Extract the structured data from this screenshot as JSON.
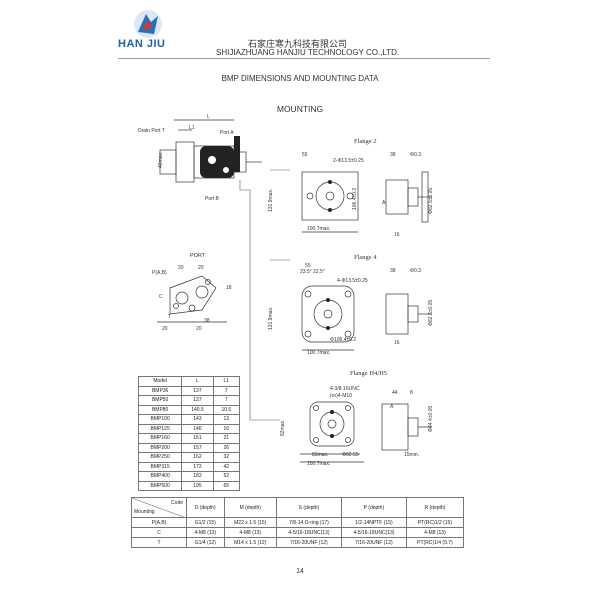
{
  "header": {
    "logo_text": "HAN JIU",
    "company_cn": "石家庄寒九科技有限公司",
    "company_en": "SHIJIAZHUANG HANJIU TECHNOLOGY CO.,LTD."
  },
  "title": "BMP DIMENSIONS AND  MOUNTING DATA",
  "subtitle": "MOUNTING",
  "main_drawing": {
    "label_l": "L",
    "label_l1": "L1",
    "drain_port": "Drain Port T",
    "port_a": "Port A",
    "port_b": "Port B",
    "dim_40": "40max."
  },
  "port_drawing": {
    "title": "PORT",
    "p_ab": "P(A,B)",
    "t": "T",
    "c": "C",
    "dims": [
      "20",
      "20",
      "18",
      "38",
      "20",
      "20"
    ]
  },
  "flange2": {
    "title": "Flange  2",
    "d55": "55",
    "holes": "2-Φ13.5±0.25",
    "d38": "38",
    "d03": "Φ0.3",
    "d131": "131.9max.",
    "d106": "106.4±0.2",
    "d100": "100.7max.",
    "d82": "Φ82.5±0.05",
    "d16": "16",
    "d_a": "A"
  },
  "flange4": {
    "title": "Flange  4",
    "d55": "55",
    "angles": "23.5°  22.5°",
    "holes": "4-Φ13.5±0.25",
    "d38": "38",
    "d03": "Φ0.3",
    "d131": "131.9max.",
    "d106": "Φ106.4±0.2",
    "d100": "100.7max.",
    "d82": "Φ82.5±0.05",
    "d16": "16"
  },
  "flangeh": {
    "title": "Flange  H4/H5",
    "holes": "4-3/8-16UNC",
    "holes2": "(or)4-M10",
    "d44": "44",
    "d8": "8",
    "d_a": "A",
    "d82max": "82max.",
    "d83": "83max.",
    "d825": "Φ82.55",
    "d100": "100.7max.",
    "d44_05": "Φ44.4±0.05",
    "d15": "15min."
  },
  "model_table": {
    "headers": [
      "Model",
      "L",
      "L1"
    ],
    "rows": [
      [
        "BMP36",
        "137",
        "7"
      ],
      [
        "BMP50",
        "137",
        "7"
      ],
      [
        "BMP80",
        "140.5",
        "10.5"
      ],
      [
        "BMP100",
        "143",
        "13"
      ],
      [
        "BMP125",
        "146",
        "16"
      ],
      [
        "BMP160",
        "151",
        "21"
      ],
      [
        "BMP200",
        "157",
        "26"
      ],
      [
        "BMP250",
        "162",
        "32"
      ],
      [
        "BMP315",
        "172",
        "42"
      ],
      [
        "BMP400",
        "182",
        "52"
      ],
      [
        "BMP500",
        "195",
        "65"
      ]
    ]
  },
  "mount_table": {
    "corner_code": "Code",
    "corner_mounting": "Mounting",
    "headers": [
      "D (depth)",
      "M (depth)",
      "S (depth)",
      "P (depth)",
      "R (depth)"
    ],
    "rows": [
      [
        "P(A,B)",
        "G1/2  (15)",
        "M22 x 1.5  (15)",
        "7/8-14  O-ring (17)",
        "1/2-14NPTF (15)",
        "PT(RC)1/2  (15)"
      ],
      [
        "C",
        "4-M8  (13)",
        "4-M8         (13)",
        "4-5/16-18UNC(13)",
        "4-5/16-18UNC(13)",
        "4-M8         (13)"
      ],
      [
        "T",
        "G1/4  (12)",
        "M14 x 1.5 (12)",
        "7/16-20UNF  (12)",
        "7/16-20UNF  (12)",
        "PT(RC)1/4   (9.7)"
      ]
    ]
  },
  "page_number": "14"
}
